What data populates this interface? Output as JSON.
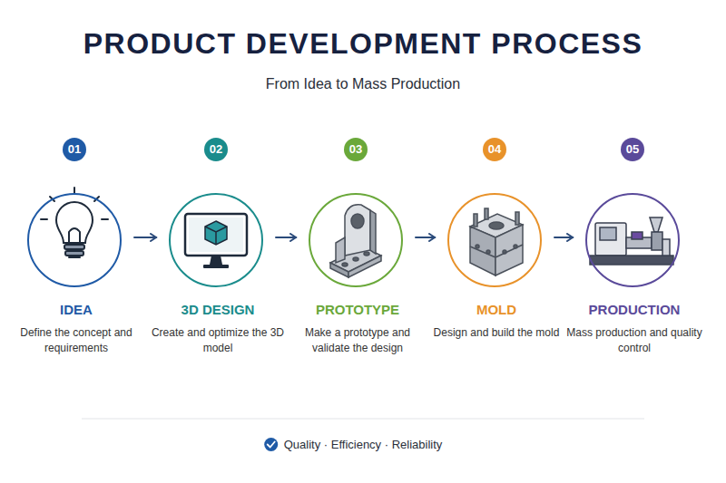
{
  "diagram": {
    "title": "PRODUCT DEVELOPMENT PROCESS",
    "caption": "Quality · Efficiency · Reliability",
    "nodes": [
      {
        "text": [
          "01"
        ]
      },
      {
        "text": [
          "IDEA",
          "Define the concept and requirements"
        ]
      },
      {
        "text": [
          "02"
        ]
      },
      {
        "text": [
          "3D DESIGN",
          "Create and optimize the 3D model"
        ]
      },
      {
        "text": [
          "03"
        ]
      },
      {
        "text": [
          "PROTOTYPE",
          "Make a prototype and validate the design"
        ]
      },
      {
        "text": [
          "04"
        ]
      },
      {
        "text": [
          "MOLD",
          "Design and build the mold"
        ]
      },
      {
        "text": [
          "05"
        ]
      },
      {
        "text": [
          "PRODUCTION",
          "Mass production and quality control"
        ]
      }
    ],
    "edges": [
      {
        "from": 1,
        "to": 3,
        "arrow": "to"
      },
      {
        "from": 3,
        "to": 5,
        "arrow": "to"
      },
      {
        "from": 5,
        "to": 7,
        "arrow": "to"
      },
      {
        "from": 7,
        "to": 9,
        "arrow": "to"
      }
    ],
    "labels": [
      "From Idea to Mass Production"
    ]
  }
}
